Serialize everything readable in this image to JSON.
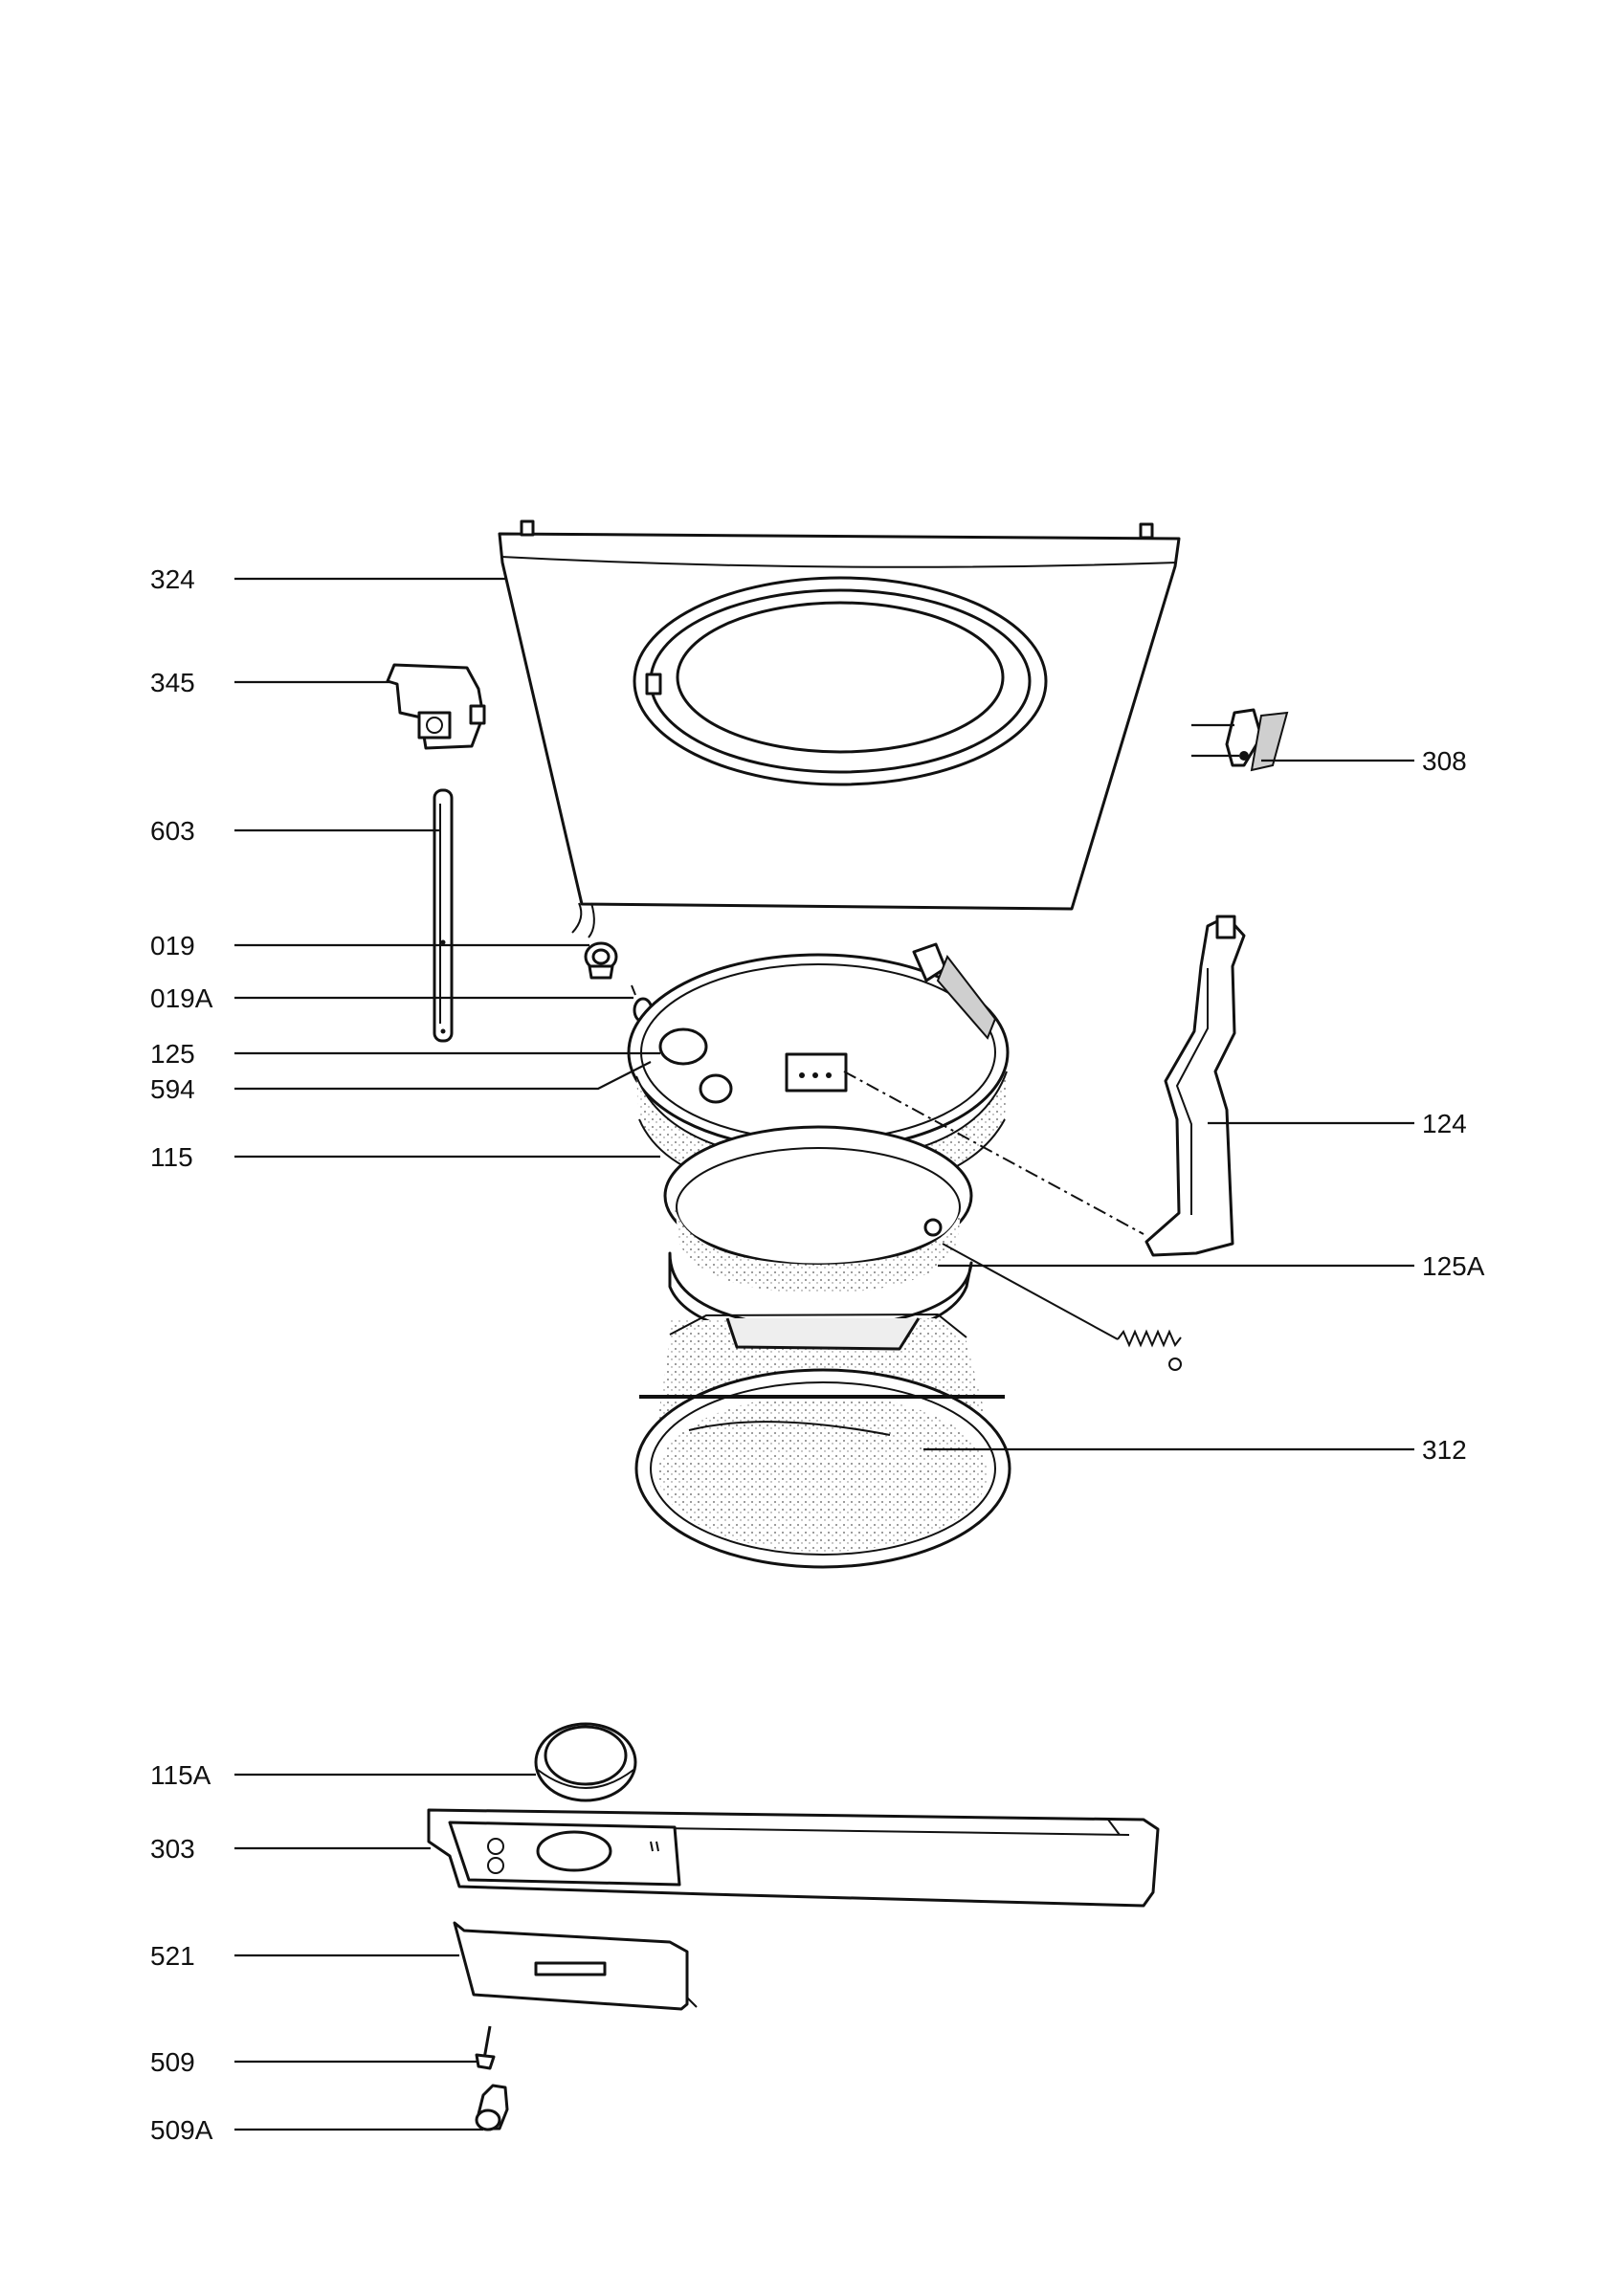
{
  "callouts": {
    "c324": "324",
    "c345": "345",
    "c603": "603",
    "c019": "019",
    "c019A": "019A",
    "c125": "125",
    "c594": "594",
    "c115": "115",
    "c308": "308",
    "c124": "124",
    "c125A": "125A",
    "c312": "312",
    "c115A": "115A",
    "c303": "303",
    "c521": "521",
    "c509": "509",
    "c509A": "509A"
  }
}
